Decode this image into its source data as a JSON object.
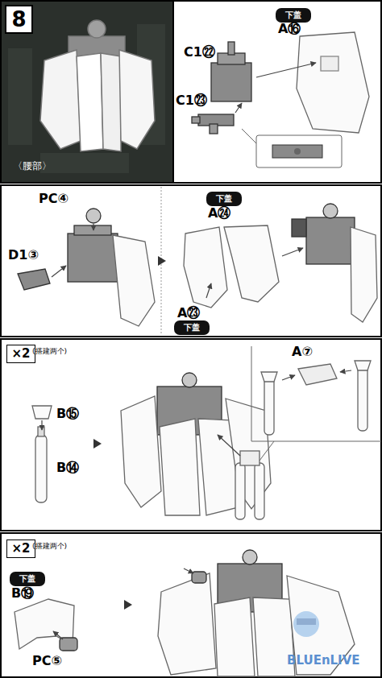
{
  "diagram": {
    "nodes": [
      {
        "text": [
          "8"
        ]
      },
      {
        "text": [
          "下盖"
        ]
      },
      {
        "text": [
          "下盖"
        ]
      },
      {
        "text": [
          "下盖"
        ]
      },
      {
        "text": [
          "×2"
        ]
      },
      {
        "text": [
          "×2"
        ]
      },
      {
        "text": [
          "下盖"
        ]
      }
    ],
    "labels": [
      "〈腰部〉",
      "A⑯",
      "C1㉒",
      "C1㉓",
      "PC④",
      "D1③",
      "A㉔",
      "A㉓",
      "(搭建两个)",
      "B⑮",
      "B⑭",
      "A⑦",
      "(搭建两个)",
      "B⑲",
      "PC⑤",
      "BLUEnLIVE"
    ]
  }
}
